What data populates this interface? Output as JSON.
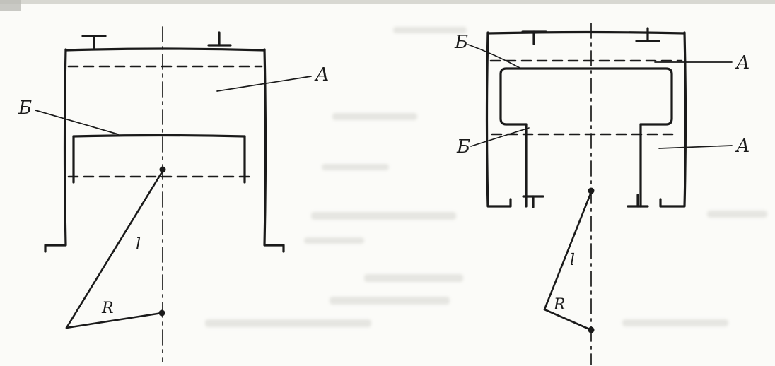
{
  "page": {
    "ink_color": "#1a1a1a",
    "paper_color": "#fbfbf8",
    "artifact_color": "#a8a8a0"
  },
  "left_diagram": {
    "labels": {
      "chamber": "А",
      "piston": "Б",
      "rod_length": "l",
      "crank_radius": "R"
    }
  },
  "right_diagram": {
    "labels": {
      "piston_top": "Б",
      "chamber_top": "А",
      "piston_step": "Б",
      "chamber_side": "А",
      "rod_length": "l",
      "crank_radius": "R"
    }
  }
}
